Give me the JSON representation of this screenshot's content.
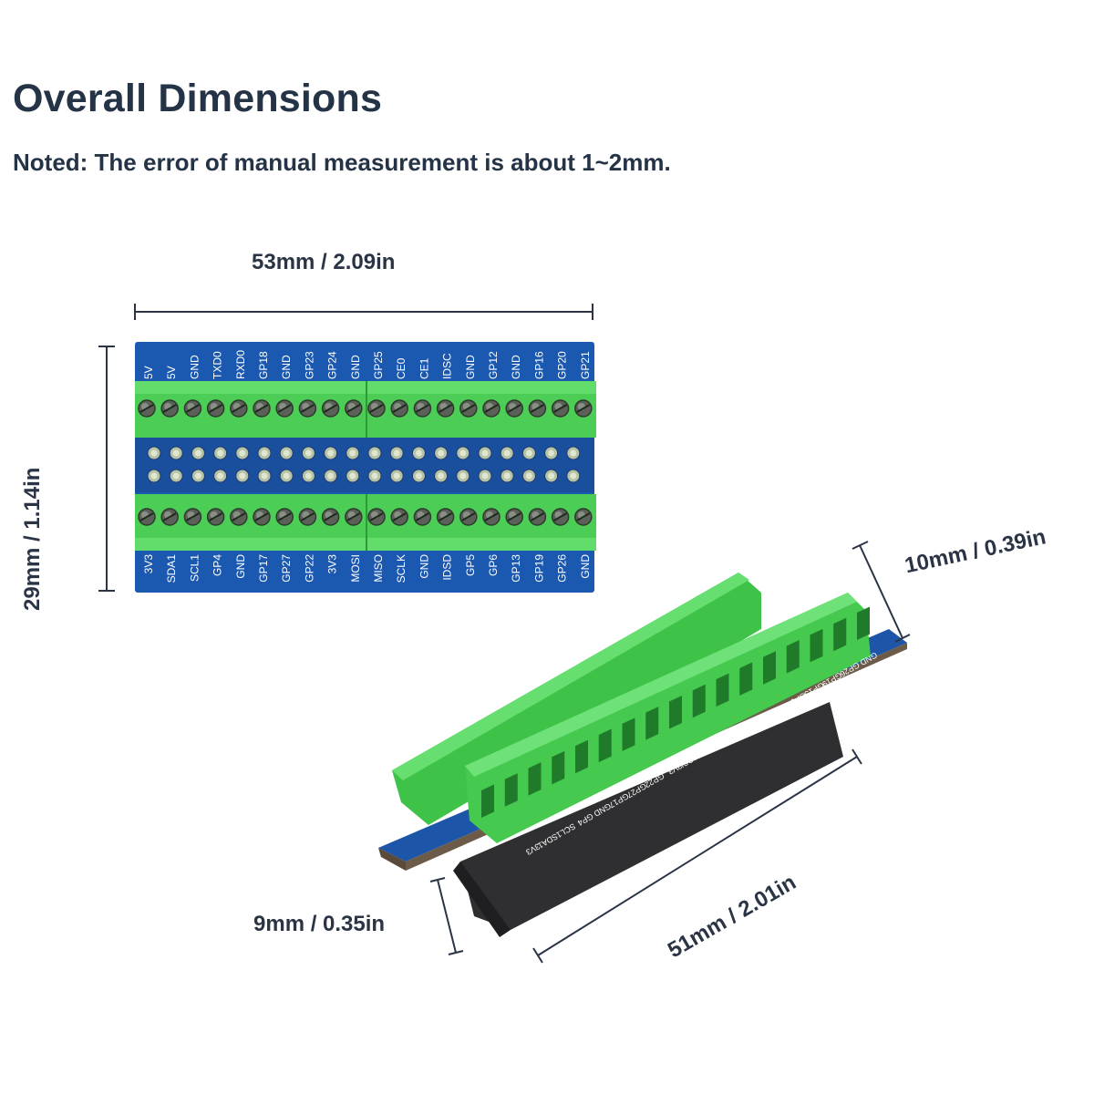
{
  "title": "Overall Dimensions",
  "note": "Noted: The error of manual measurement is about 1~2mm.",
  "dimensions": {
    "width": "53mm / 2.09in",
    "height": "29mm / 1.14in",
    "terminal_height": "10mm / 0.39in",
    "header_height": "9mm / 0.35in",
    "length": "51mm / 2.01in"
  },
  "top_pins": [
    "5V",
    "5V",
    "GND",
    "TXD0",
    "RXD0",
    "GP18",
    "GND",
    "GP23",
    "GP24",
    "GND",
    "GP25",
    "CE0",
    "CE1",
    "IDSC",
    "GND",
    "GP12",
    "GND",
    "GP16",
    "GP20",
    "GP21"
  ],
  "bottom_pins": [
    "3V3",
    "SDA1",
    "SCL1",
    "GP4",
    "GND",
    "GP17",
    "GP27",
    "GP22",
    "3V3",
    "MOSI",
    "MISO",
    "SCLK",
    "GND",
    "IDSD",
    "GP5",
    "GP6",
    "GP13",
    "GP19",
    "GP26",
    "GND"
  ],
  "colors": {
    "pcb": "#1b58b0",
    "terminal": "#3fc84a",
    "header": "#2c2c2c",
    "text": "#253347"
  }
}
